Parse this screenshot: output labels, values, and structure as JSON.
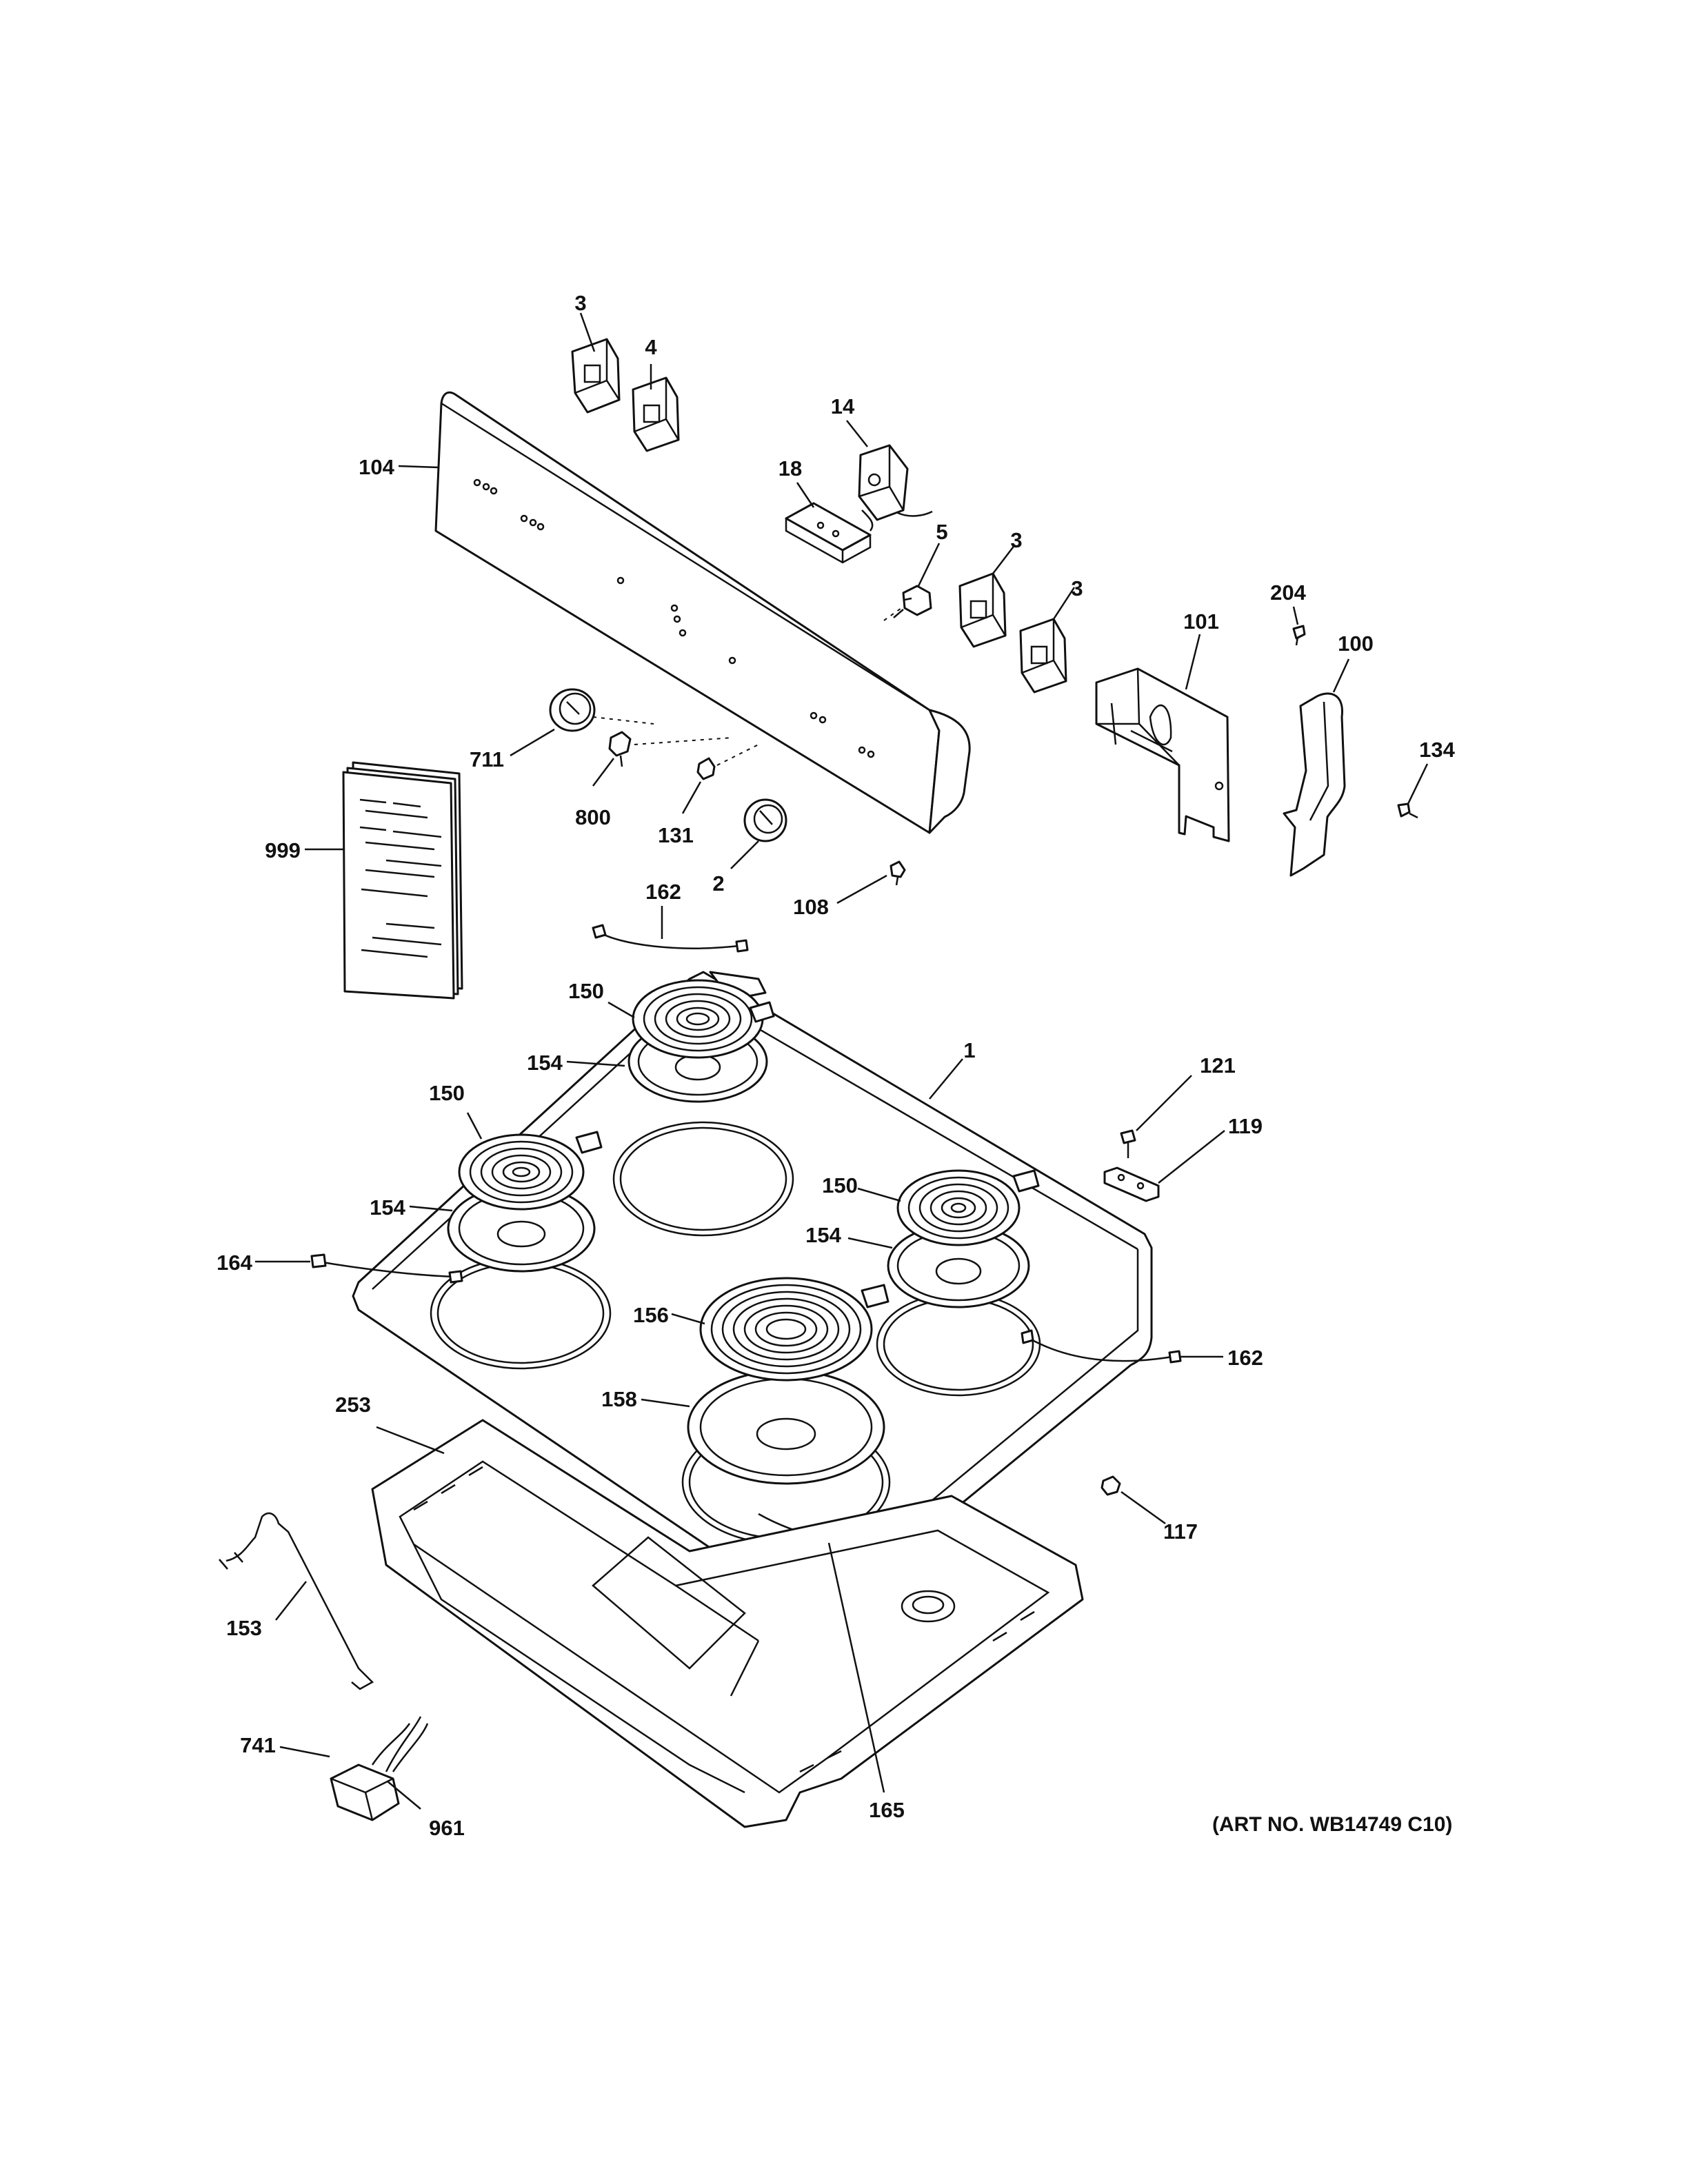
{
  "art_number": "(ART NO. WB14749 C10)",
  "callouts": [
    {
      "id": "3a",
      "label": "3"
    },
    {
      "id": "4",
      "label": "4"
    },
    {
      "id": "104",
      "label": "104"
    },
    {
      "id": "14",
      "label": "14"
    },
    {
      "id": "18",
      "label": "18"
    },
    {
      "id": "5",
      "label": "5"
    },
    {
      "id": "3b",
      "label": "3"
    },
    {
      "id": "3c",
      "label": "3"
    },
    {
      "id": "204",
      "label": "204"
    },
    {
      "id": "101",
      "label": "101"
    },
    {
      "id": "100",
      "label": "100"
    },
    {
      "id": "134",
      "label": "134"
    },
    {
      "id": "711",
      "label": "711"
    },
    {
      "id": "800",
      "label": "800"
    },
    {
      "id": "131",
      "label": "131"
    },
    {
      "id": "2",
      "label": "2"
    },
    {
      "id": "108",
      "label": "108"
    },
    {
      "id": "999",
      "label": "999"
    },
    {
      "id": "162a",
      "label": "162"
    },
    {
      "id": "150a",
      "label": "150"
    },
    {
      "id": "154a",
      "label": "154"
    },
    {
      "id": "1",
      "label": "1"
    },
    {
      "id": "121",
      "label": "121"
    },
    {
      "id": "119",
      "label": "119"
    },
    {
      "id": "150b",
      "label": "150"
    },
    {
      "id": "154b",
      "label": "154"
    },
    {
      "id": "150c",
      "label": "150"
    },
    {
      "id": "154c",
      "label": "154"
    },
    {
      "id": "164",
      "label": "164"
    },
    {
      "id": "156",
      "label": "156"
    },
    {
      "id": "162b",
      "label": "162"
    },
    {
      "id": "158",
      "label": "158"
    },
    {
      "id": "253",
      "label": "253"
    },
    {
      "id": "117",
      "label": "117"
    },
    {
      "id": "153",
      "label": "153"
    },
    {
      "id": "741",
      "label": "741"
    },
    {
      "id": "961",
      "label": "961"
    },
    {
      "id": "165",
      "label": "165"
    }
  ]
}
